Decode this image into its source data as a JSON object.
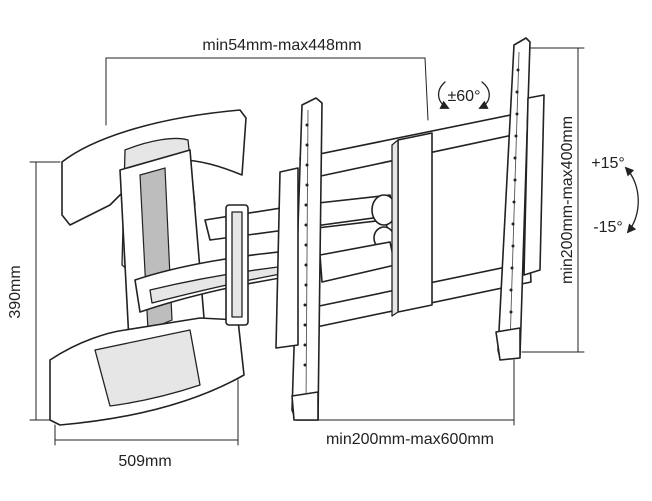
{
  "dimensions": {
    "top_width": "min54mm-max448mm",
    "left_height": "390mm",
    "bottom_left_width": "509mm",
    "bottom_right_width": "min200mm-max600mm",
    "right_height": "min200mm-max400mm"
  },
  "rotation": {
    "swivel": "±60°",
    "tilt_up": "+15°",
    "tilt_down": "-15°"
  },
  "colors": {
    "line": "#222222",
    "fill": "#ffffff"
  }
}
